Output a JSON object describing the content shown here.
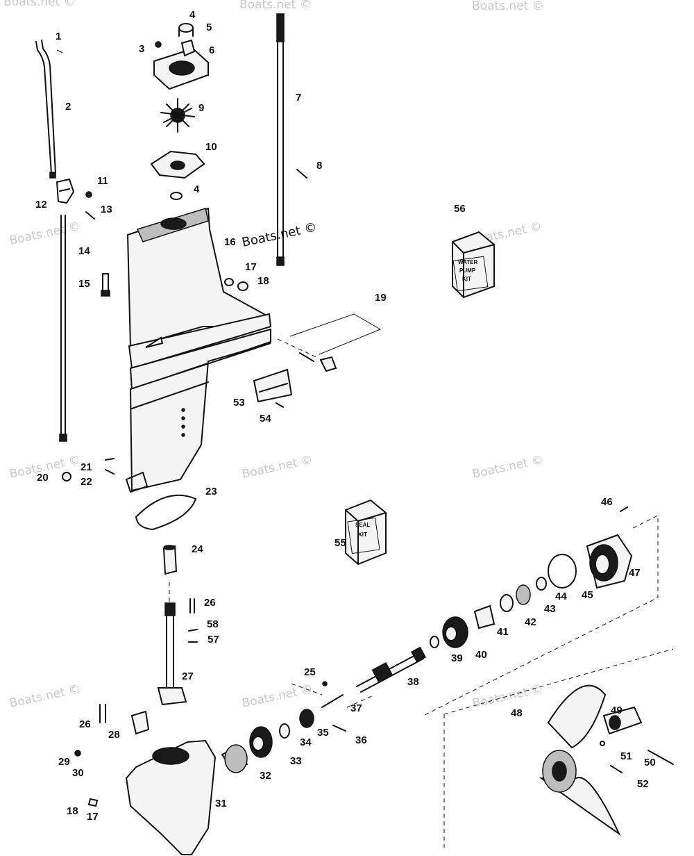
{
  "watermark": "Boats.net ©",
  "kits": {
    "water_pump": {
      "line1": "WATER",
      "line2": "PUMP",
      "line3": "KIT"
    },
    "seal": {
      "line1": "SEAL",
      "line2": "KIT"
    }
  },
  "callouts": {
    "n1": "1",
    "n2": "2",
    "n3": "3",
    "n4a": "4",
    "n4b": "4",
    "n5": "5",
    "n6": "6",
    "n7": "7",
    "n8": "8",
    "n9": "9",
    "n10": "10",
    "n11": "11",
    "n12": "12",
    "n13": "13",
    "n14": "14",
    "n15": "15",
    "n16": "16",
    "n17a": "17",
    "n17b": "17",
    "n18a": "18",
    "n18b": "18",
    "n19": "19",
    "n20": "20",
    "n21": "21",
    "n22": "22",
    "n23": "23",
    "n24": "24",
    "n25": "25",
    "n26a": "26",
    "n26b": "26",
    "n27": "27",
    "n28": "28",
    "n29": "29",
    "n30": "30",
    "n31": "31",
    "n32": "32",
    "n33": "33",
    "n34": "34",
    "n35": "35",
    "n36": "36",
    "n37": "37",
    "n38": "38",
    "n39": "39",
    "n40": "40",
    "n41": "41",
    "n42": "42",
    "n43": "43",
    "n44": "44",
    "n45": "45",
    "n46": "46",
    "n47": "47",
    "n48": "48",
    "n49": "49",
    "n50": "50",
    "n51": "51",
    "n52": "52",
    "n53": "53",
    "n54": "54",
    "n55": "55",
    "n56": "56",
    "n57": "57",
    "n58": "58"
  }
}
